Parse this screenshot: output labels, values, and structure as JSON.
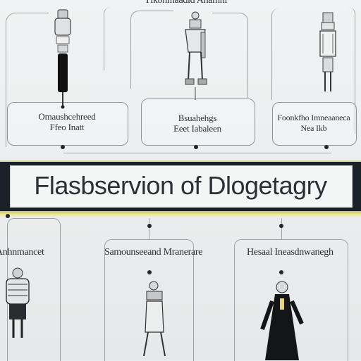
{
  "banner": {
    "title": "Flasbservion of Dlogetagry"
  },
  "top_cards": [
    {
      "caption": "Omaushcehreed\nFfeo Inatt"
    },
    {
      "caption": "Bsuahehgs\nEeet Iabaleen"
    },
    {
      "caption": "Foonkfho Imneaaneca\nNea Ikb"
    }
  ],
  "bottom_headers": [
    {
      "caption": "Anhnmancet"
    },
    {
      "caption": "Samounseeand Mranerare"
    },
    {
      "caption": "Hesaal Ineasdnwanegh"
    }
  ],
  "header_partial": {
    "text": "Tlkbnmaadid Anamnl"
  },
  "icons": {
    "figure_top_1": "torch-figure-icon",
    "figure_top_2": "robot-figure-icon",
    "figure_top_3": "lantern-figure-icon",
    "figure_bottom_1": "armored-figure-icon",
    "figure_bottom_2": "walking-figure-icon",
    "figure_bottom_3": "cloaked-figure-icon"
  }
}
